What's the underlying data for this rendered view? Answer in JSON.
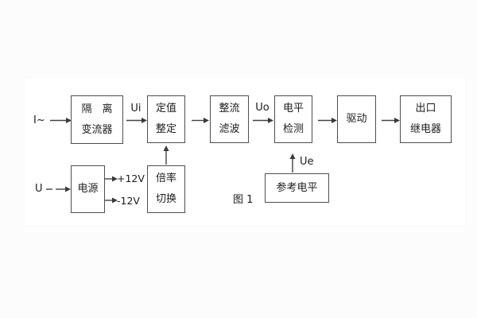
{
  "colors": {
    "page_background": "#fcfcfc",
    "figure_background": "#ffffff",
    "line": "#424242",
    "text": "#1d1d1d"
  },
  "figure": {
    "caption": "图 1",
    "input_current_label": "I~",
    "input_voltage_label": "U",
    "signal_ui": "Ui",
    "signal_uo": "Uo",
    "signal_ue": "Ue",
    "rail_positive": "+12V",
    "rail_negative": "-12V",
    "blocks": {
      "isolation": {
        "line1": "隔　离",
        "line2": "变流器"
      },
      "setting": {
        "line1": "定值",
        "line2": "整定"
      },
      "rectifier": {
        "line1": "整流",
        "line2": "滤波"
      },
      "level": {
        "line1": "电平",
        "line2": "检测"
      },
      "drive": {
        "label": "驱动"
      },
      "output": {
        "line1": "出口",
        "line2": "继电器"
      },
      "power": {
        "label": "电源"
      },
      "ratio": {
        "line1": "倍率",
        "line2": "切换"
      },
      "reference": {
        "label": "参考电平"
      }
    }
  }
}
